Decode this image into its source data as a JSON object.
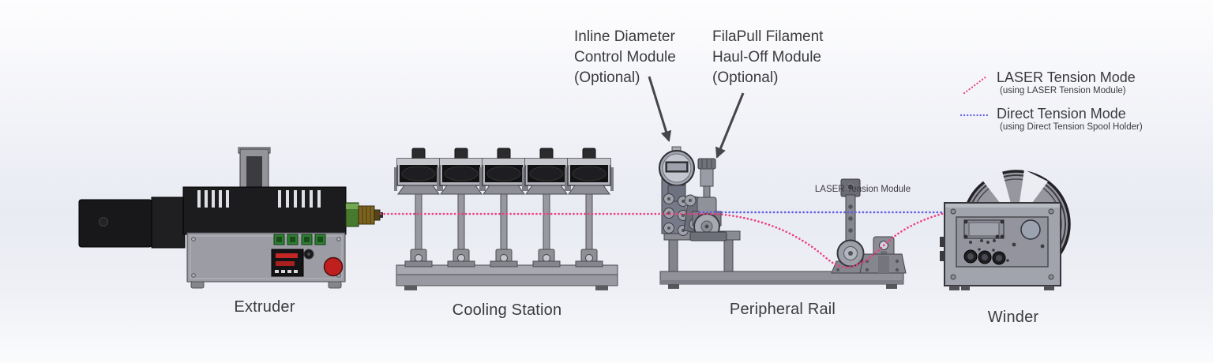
{
  "diagram": {
    "machines": [
      {
        "id": "extruder",
        "label": "Extruder"
      },
      {
        "id": "cooling-station",
        "label": "Cooling Station"
      },
      {
        "id": "peripheral-rail",
        "label": "Peripheral Rail"
      },
      {
        "id": "winder",
        "label": "Winder"
      }
    ],
    "annotations": [
      {
        "id": "inline-diameter",
        "text": "Inline Diameter\nControl Module\n(Optional)"
      },
      {
        "id": "filapull-hauloff",
        "text": "FilaPull Filament\nHaul-Off Module\n(Optional)"
      },
      {
        "id": "laser-tension-module",
        "text": "LASER Tension Module"
      }
    ],
    "legend": [
      {
        "label": "LASER Tension Mode",
        "sublabel": "(using LASER Tension Module)",
        "color": "#ed3d7f"
      },
      {
        "label": "Direct Tension Mode",
        "sublabel": "(using Direct Tension Spool Holder)",
        "color": "#5d5ce4"
      }
    ],
    "colors": {
      "laser_path": "#ed3d7f",
      "direct_path": "#5d5ce4",
      "arrow": "#46464a"
    }
  }
}
